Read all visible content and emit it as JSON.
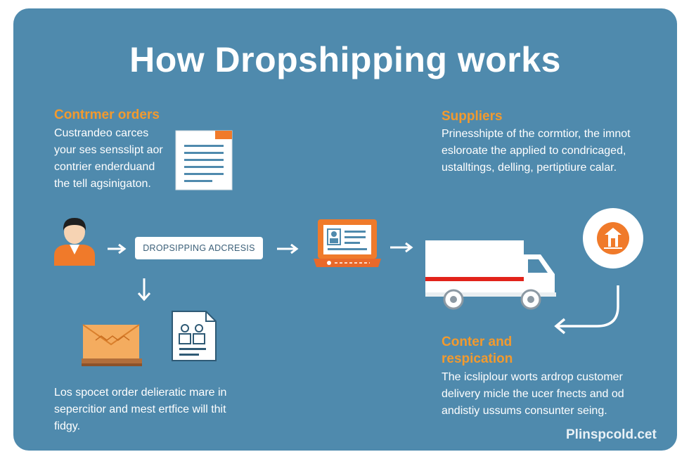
{
  "title": "How Dropshipping works",
  "customer_orders": {
    "heading": "Contrmer orders",
    "lines": [
      "Custrandeo carces",
      "your ses sensslipt aor",
      "contrier enderduand",
      "the tell agsinigaton."
    ]
  },
  "suppliers": {
    "heading": "Suppliers",
    "lines": [
      "Prinesshipte of the cormtior, the imnot",
      "esloroate the applied to condricaged,",
      "ustalltings, delling, pertiptiure calar."
    ]
  },
  "address_box": {
    "label": "DROPSIPPING ADCRESIS"
  },
  "center": {
    "heading_lines": [
      "Conter and",
      "respication"
    ],
    "lines": [
      "The icsliplour worts ardrop customer",
      "delivery micle the ucer fnects and od",
      "andistiy ussums consunter seing."
    ]
  },
  "bottom": {
    "lines": [
      "Los spocet order delieratic mare in",
      "sepercitior and mest ertfice will thit",
      "fidgy."
    ]
  },
  "watermark": "Plinspcold.cet",
  "colors": {
    "background": "#4f8aad",
    "accent_orange": "#f29a2e",
    "icon_orange": "#f07a2a",
    "text": "#ffffff",
    "truck_stripe": "#e2231a"
  },
  "icons": [
    "document-icon",
    "customer-avatar-icon",
    "arrow-right-icon",
    "arrow-down-icon",
    "laptop-icon",
    "delivery-truck-icon",
    "warehouse-badge-icon",
    "return-arrow-icon",
    "envelope-icon",
    "invoice-icon"
  ]
}
